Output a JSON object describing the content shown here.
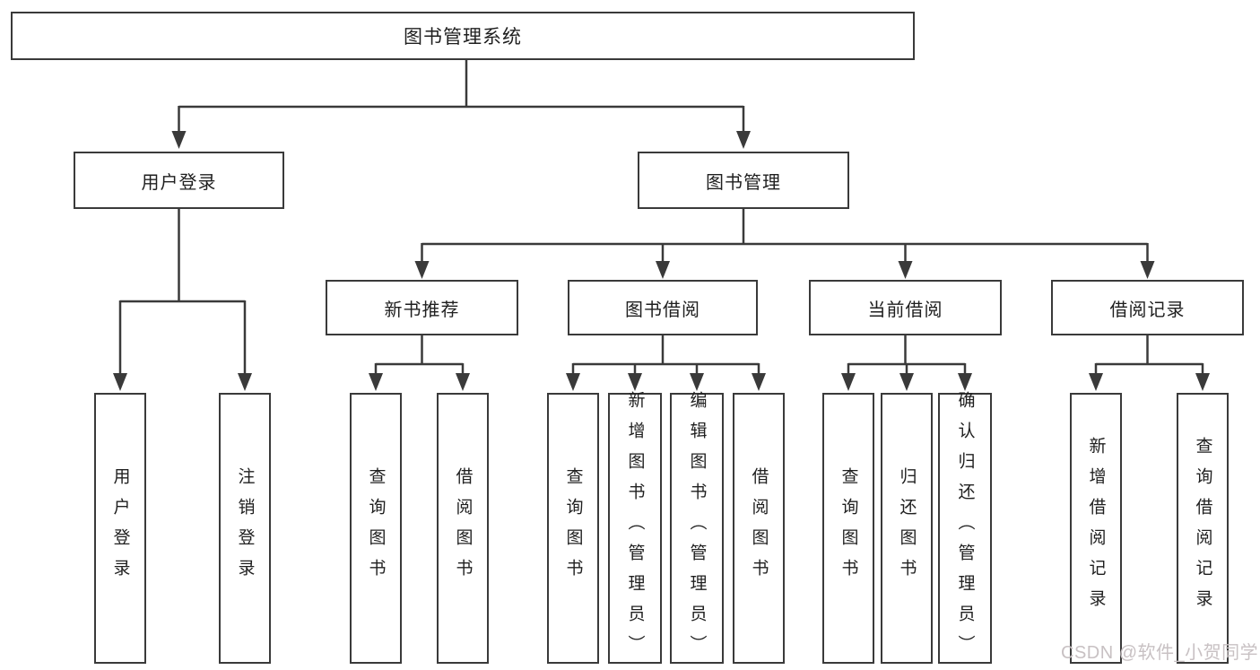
{
  "tree": {
    "root_label": "图书管理系统",
    "branches": [
      {
        "label": "用户登录",
        "leaves": [
          "用户登录",
          "注销登录"
        ]
      },
      {
        "label": "图书管理",
        "groups": [
          {
            "label": "新书推荐",
            "leaves": [
              "查询图书",
              "借阅图书"
            ]
          },
          {
            "label": "图书借阅",
            "leaves": [
              "查询图书",
              "新增图书（管理员）",
              "编辑图书（管理员）",
              "借阅图书"
            ]
          },
          {
            "label": "当前借阅",
            "leaves": [
              "查询图书",
              "归还图书",
              "确认归还（管理员）"
            ]
          },
          {
            "label": "借阅记录",
            "leaves": [
              "新增借阅记录",
              "查询借阅记录"
            ]
          }
        ]
      }
    ]
  },
  "watermark": {
    "text": "CSDN @软件_小贺同学",
    "color": "#c8c1c3"
  },
  "colors": {
    "line": "#3a3a3a",
    "box_border": "#3a3a3a",
    "box_fill": "#ffffff",
    "text": "#1f1f1f",
    "background": "#ffffff"
  }
}
